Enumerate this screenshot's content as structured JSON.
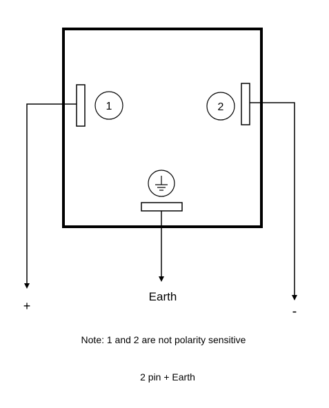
{
  "diagram": {
    "pins": [
      {
        "id": "1"
      },
      {
        "id": "2"
      }
    ],
    "labels": {
      "earth": "Earth",
      "plus": "+",
      "minus": "-"
    },
    "notes": {
      "polarity": "Note: 1 and 2 are not polarity sensitive",
      "config": "2 pin + Earth"
    },
    "icons": {
      "ground": "ground-symbol-icon"
    }
  }
}
